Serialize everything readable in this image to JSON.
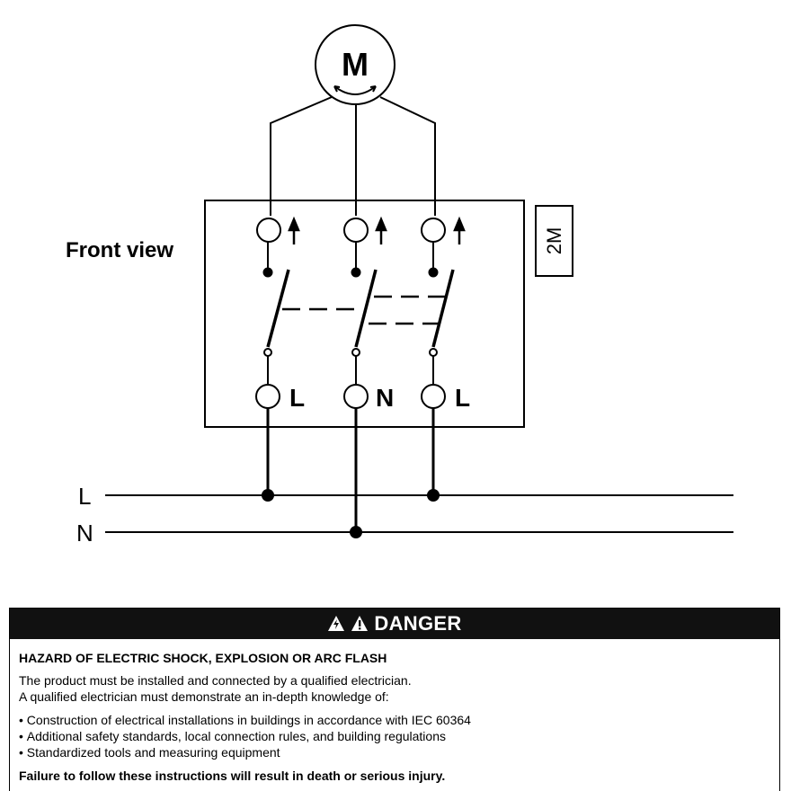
{
  "diagram": {
    "motor_label": "M",
    "front_view_label": "Front view",
    "module_badge": "2M",
    "lower_terminals": [
      "L",
      "N",
      "L"
    ],
    "supply_lines": [
      "L",
      "N"
    ]
  },
  "danger": {
    "header": "DANGER",
    "title": "HAZARD OF ELECTRIC SHOCK, EXPLOSION OR ARC FLASH",
    "intro": [
      "The product must be installed and connected by a qualified electrician.",
      "A qualified electrician must demonstrate an in-depth knowledge of:"
    ],
    "bullets": [
      "Construction of electrical installations in buildings in accordance with IEC 60364",
      "Additional safety standards, local connection rules, and building regulations",
      "Standardized tools and measuring equipment"
    ],
    "consequence": "Failure to follow these instructions will result in death or serious injury."
  },
  "colors": {
    "line": "#000000",
    "header_bg": "#111111",
    "header_text": "#ffffff"
  },
  "icons": [
    "warning-triangle-icon",
    "warning-triangle-icon"
  ]
}
